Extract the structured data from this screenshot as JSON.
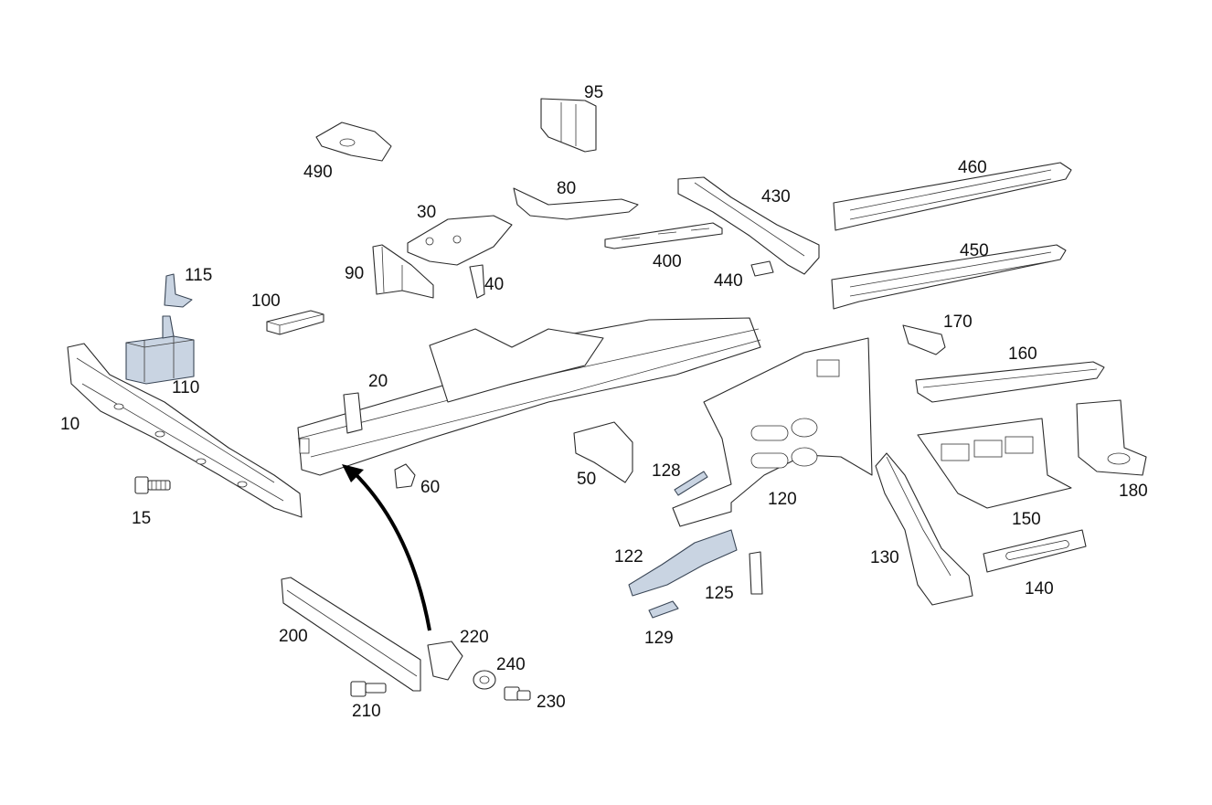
{
  "diagram": {
    "arrow_color": "#000000",
    "highlight_color": "#c9d4e2",
    "callouts": {
      "p10": "10",
      "p15": "15",
      "p20": "20",
      "p30": "30",
      "p40": "40",
      "p50": "50",
      "p60": "60",
      "p80": "80",
      "p90": "90",
      "p95": "95",
      "p100": "100",
      "p110": "110",
      "p115": "115",
      "p120": "120",
      "p122": "122",
      "p125": "125",
      "p128": "128",
      "p129": "129",
      "p130": "130",
      "p140": "140",
      "p150": "150",
      "p160": "160",
      "p170": "170",
      "p180": "180",
      "p200": "200",
      "p210": "210",
      "p220": "220",
      "p230": "230",
      "p240": "240",
      "p400": "400",
      "p430": "430",
      "p440": "440",
      "p450": "450",
      "p460": "460",
      "p490": "490"
    }
  }
}
